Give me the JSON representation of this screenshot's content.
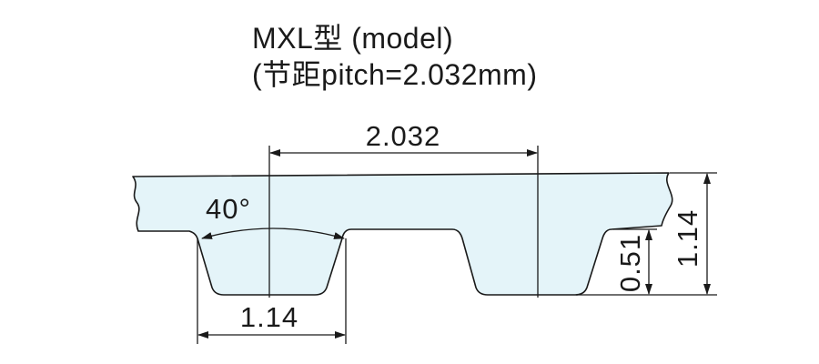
{
  "title": {
    "line1": "MXL型 (model)",
    "line2": "(节距pitch=2.032mm)"
  },
  "dimensions": {
    "pitch": "2.032",
    "tooth_angle": "40°",
    "tooth_width": "1.14",
    "tooth_height": "0.51",
    "belt_thickness": "1.14"
  },
  "colors": {
    "belt_fill": "#e4f4f9",
    "line": "#1a1a1a"
  }
}
